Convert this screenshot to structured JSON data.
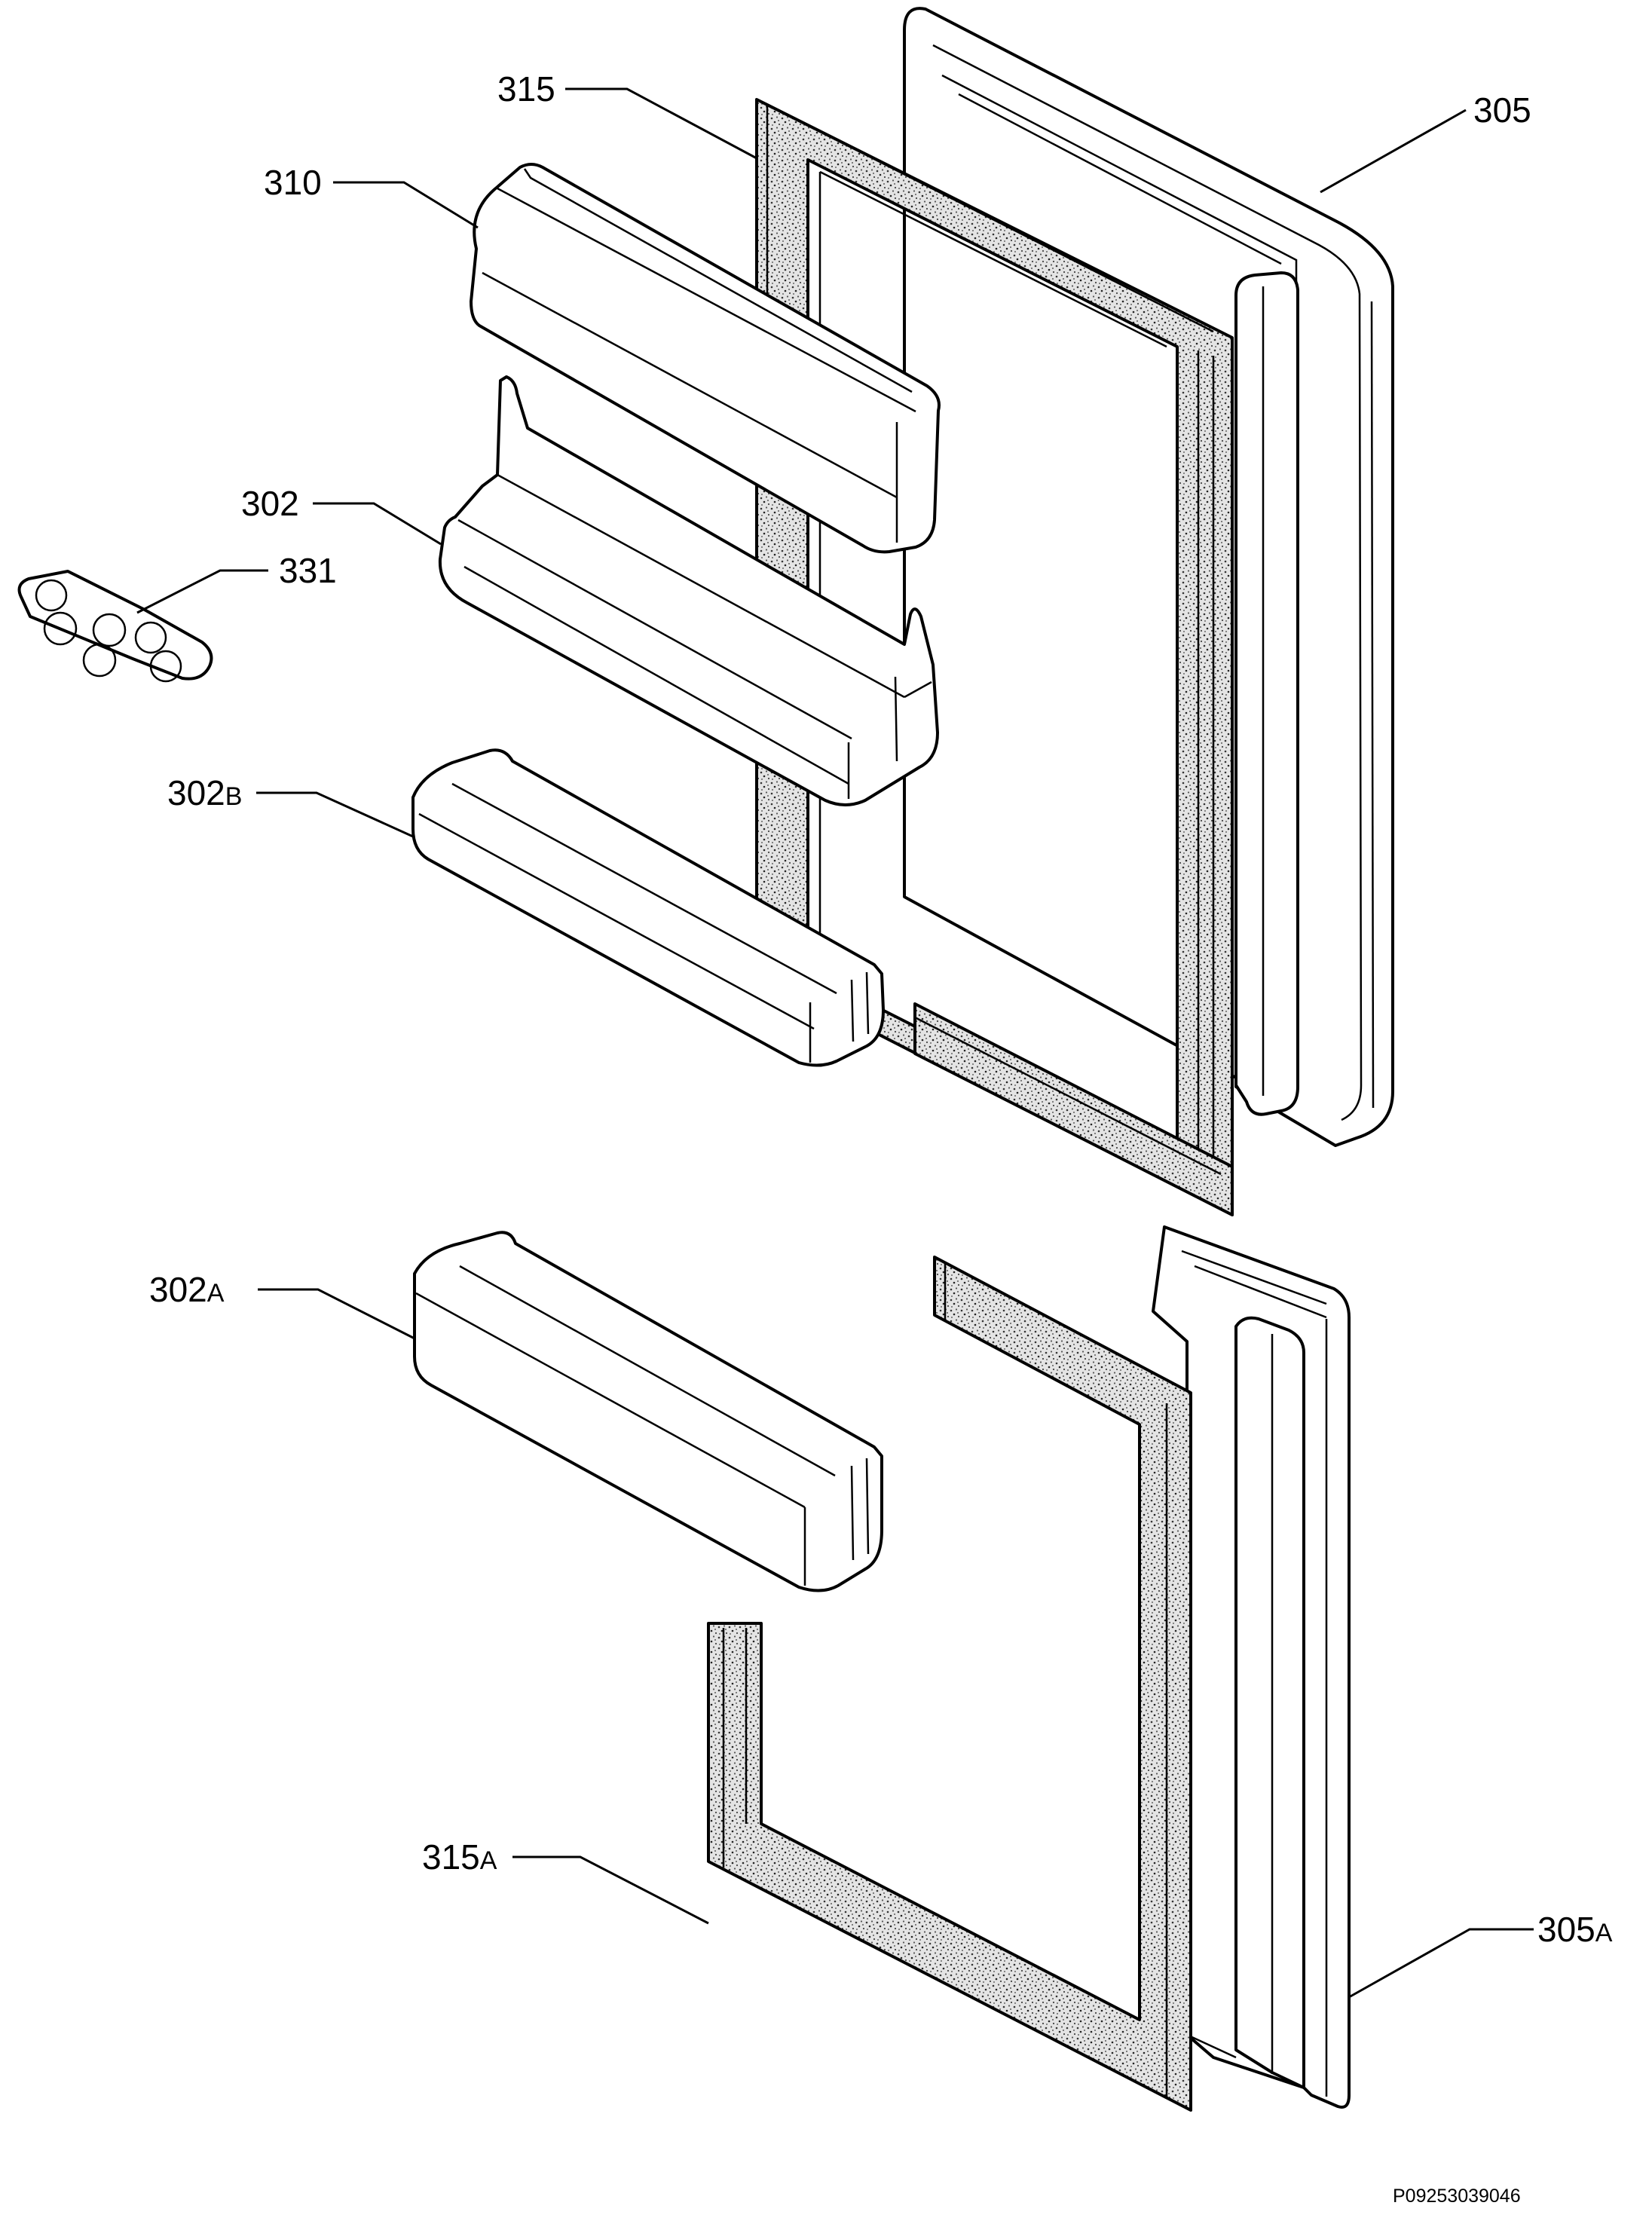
{
  "callouts": {
    "c315": "315",
    "c305": "305",
    "c310": "310",
    "c302": "302",
    "c331": "331",
    "c302b": {
      "num": "302",
      "suffix": "B"
    },
    "c302a": {
      "num": "302",
      "suffix": "A"
    },
    "c315a": {
      "num": "315",
      "suffix": "A"
    },
    "c305a": {
      "num": "305",
      "suffix": "A"
    }
  },
  "footer": {
    "code": "P09253039046"
  }
}
